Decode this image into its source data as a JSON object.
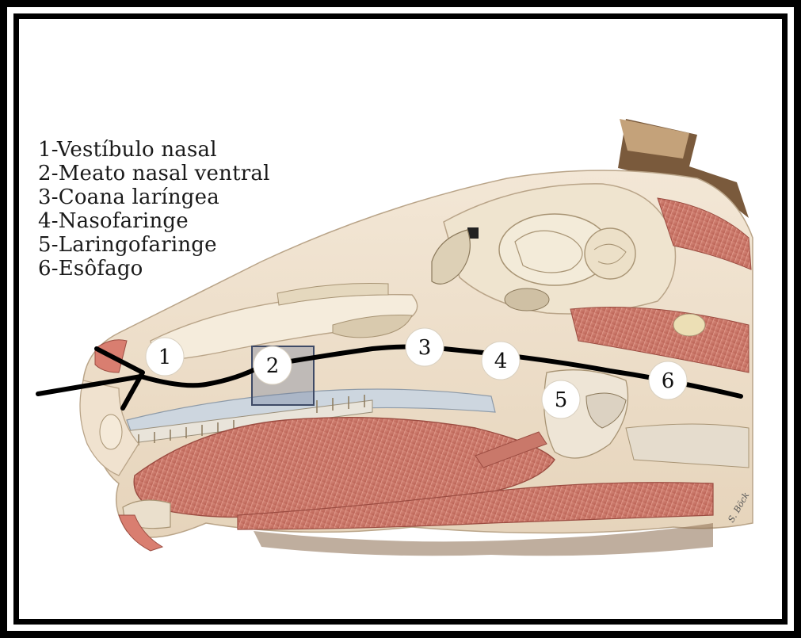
{
  "legend": {
    "items": [
      "1-Vestíbulo nasal",
      "2-Meato nasal ventral",
      "3-Coana laríngea",
      "4-Nasofaringe",
      "5-Laringofaringe",
      "6-Esôfago"
    ]
  },
  "markers": [
    "1",
    "2",
    "3",
    "4",
    "5",
    "6"
  ],
  "artist_signature": "S. Böck",
  "colors": {
    "muscle": "#c9786a",
    "bone": "#e8dcc4",
    "skin": "#f0e2cf",
    "path_line": "#000000"
  }
}
